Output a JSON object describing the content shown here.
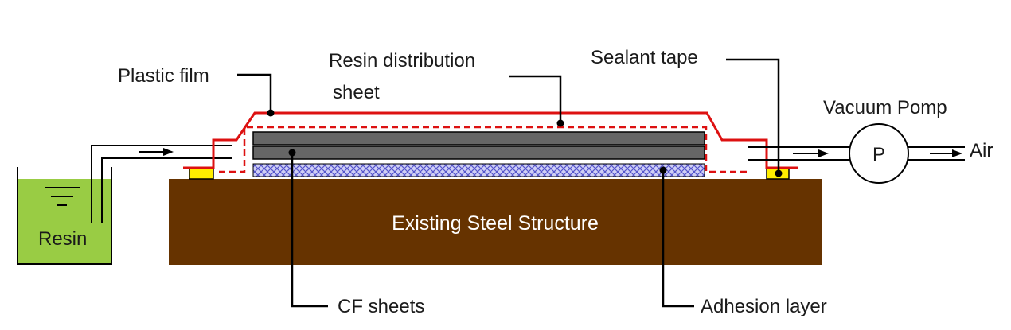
{
  "labels": {
    "plastic_film": "Plastic film",
    "resin_distribution_line1": "Resin distribution",
    "resin_distribution_line2": "sheet",
    "sealant_tape": "Sealant tape",
    "vacuum_pump": "Vacuum Pomp",
    "pump_symbol": "P",
    "air": "Air",
    "resin": "Resin",
    "steel_structure": "Existing Steel Structure",
    "cf_sheets": "CF sheets",
    "adhesion_layer": "Adhesion layer"
  },
  "colors": {
    "steel": "#663300",
    "resin_liquid": "#99cc44",
    "film": "#dd1111",
    "cf_sheet": "#666666",
    "adhesion_fill": "#cfcff5",
    "adhesion_hatch": "#5555cc",
    "sealant": "#ffee00"
  }
}
